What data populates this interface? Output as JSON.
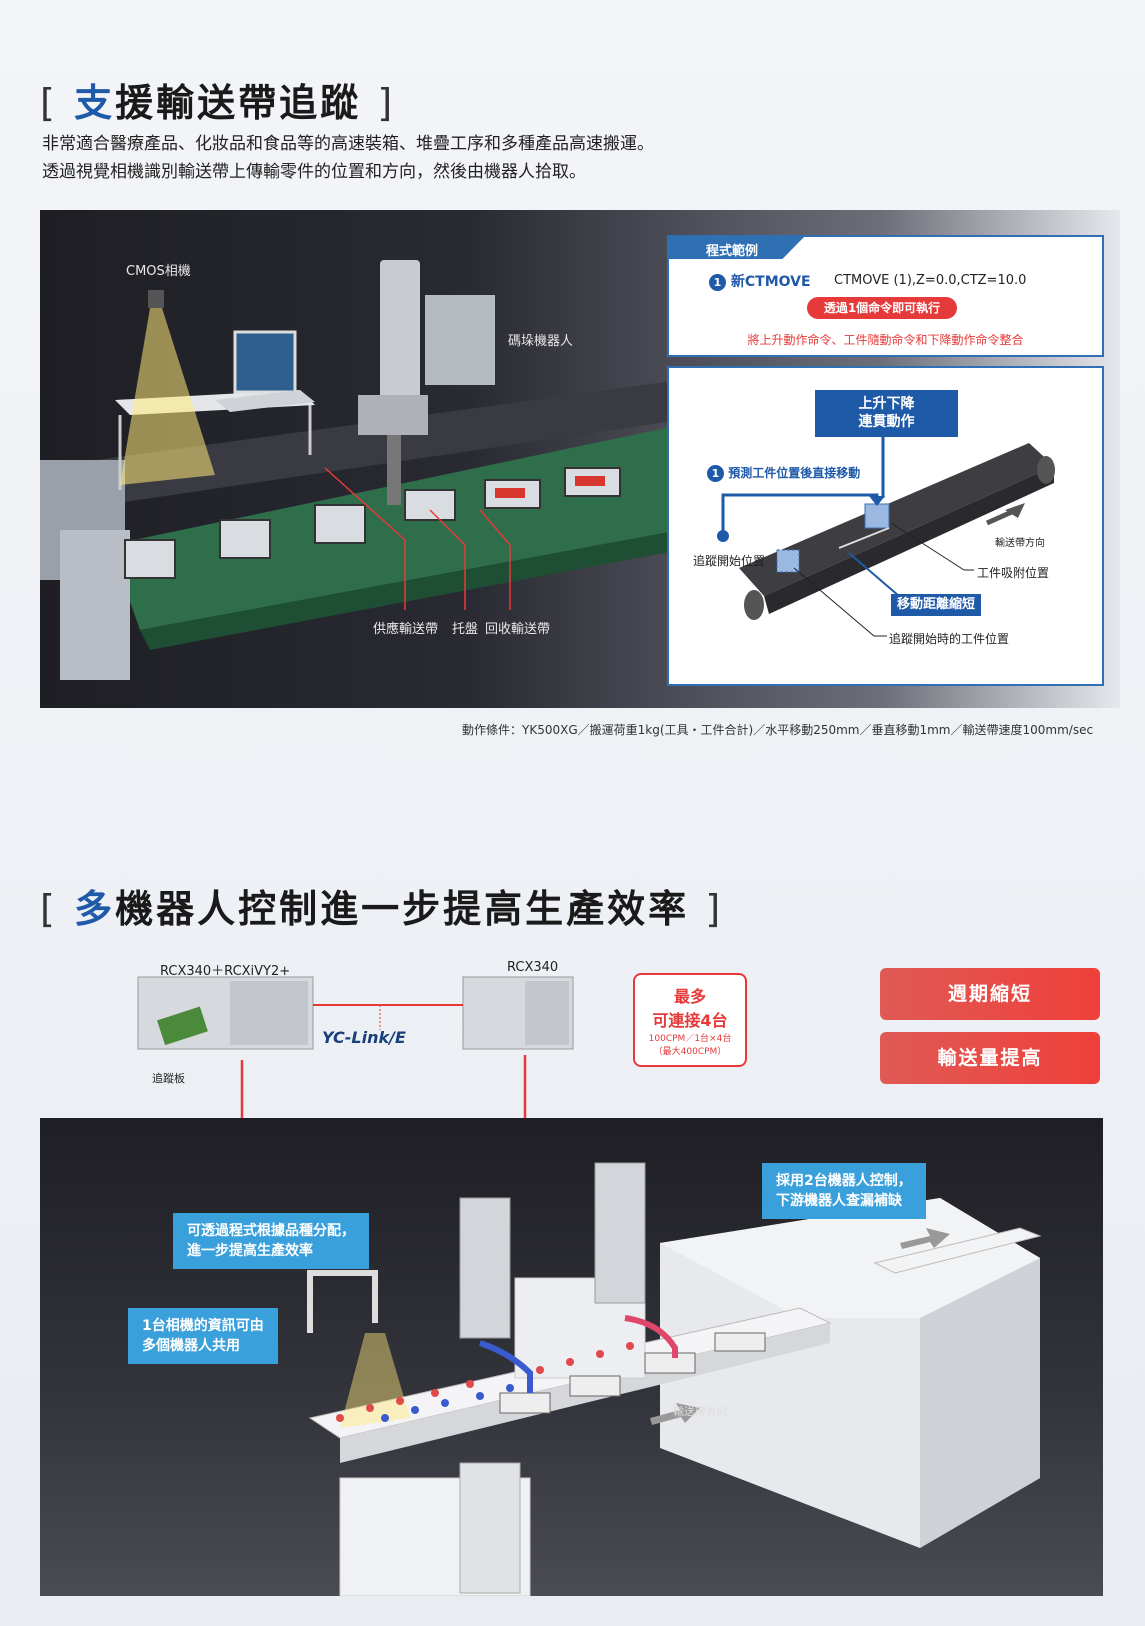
{
  "section1": {
    "title_open": "[",
    "title_accent": "支",
    "title_rest": "援輸送帶追蹤",
    "title_close": "]",
    "intro": [
      "非常適合醫療產品、化妝品和食品等的高速裝箱、堆疊工序和多種產品高速搬運。",
      "透過視覺相機識別輸送帶上傳輸零件的位置和方向，然後由機器人拾取。"
    ],
    "labels": {
      "camera": "CMOS相機",
      "robot": "碼垛機器人",
      "supply_conveyor": "供應輸送帶",
      "tray": "托盤",
      "return_conveyor": "回收輸送帶"
    },
    "code_example": {
      "tab": "程式範例",
      "num": "1",
      "command": "新CTMOVE",
      "code": "CTMOVE (1),Z=0.0,CTZ=10.0",
      "pill": "透過1個命令即可執行",
      "note": "將上升動作命令、工件隨動命令和下降動作命令整合"
    },
    "diagram": {
      "box_line1": "上升下降",
      "box_line2": "連貫動作",
      "num": "1",
      "predict": "預測工件位置後直接移動",
      "start_pos": "追蹤開始位置",
      "direction": "輸送帶方向",
      "suction": "工件吸附位置",
      "shorter": "移動距離縮短",
      "start_work": "追蹤開始時的工件位置"
    },
    "conditions": "動作條件：YK500XG／搬運荷重1kg(工具・工件合計)／水平移動250mm／垂直移動1mm／輸送帶速度100mm/sec"
  },
  "section2": {
    "title_open": "[",
    "title_accent": "多",
    "title_rest": "機器人控制進一步提高生產效率",
    "title_close": "]",
    "controller1": "RCX340＋RCXiVY2+",
    "controller2": "RCX340",
    "tracking_board": "追蹤板",
    "yclink": "YC-Link/E",
    "max": {
      "line1": "最多",
      "line2": "可連接4台",
      "line3": "100CPM／1台×4台",
      "line4": "（最大400CPM）"
    },
    "benefits": [
      "週期縮短",
      "輸送量提高"
    ],
    "bubbles": {
      "assign": [
        "可透過程式根據品種分配，",
        "進一步提高生產效率"
      ],
      "camera": [
        "1台相機的資訊可由",
        "多個機器人共用"
      ],
      "two_robots": [
        "採用2台機器人控制，",
        "下游機器人查漏補缺"
      ]
    },
    "direction": "輸送帶方向"
  }
}
